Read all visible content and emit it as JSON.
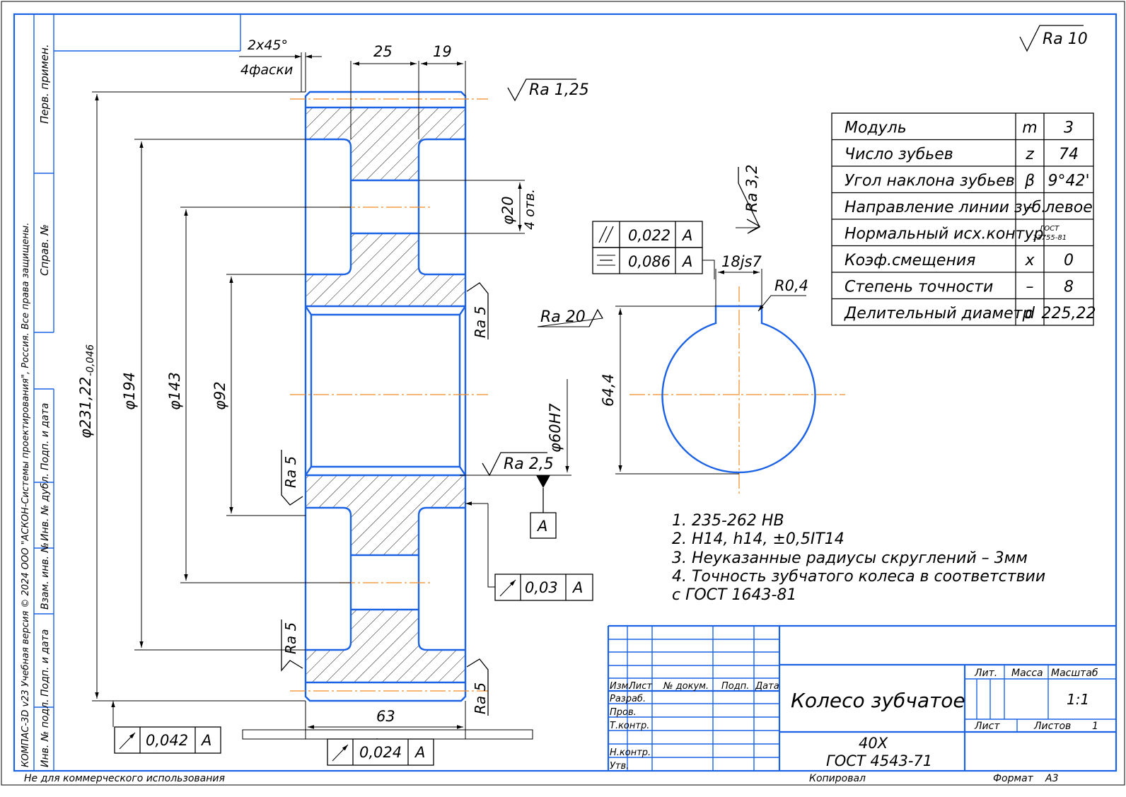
{
  "surface_roughness": {
    "general": "Ra 10",
    "tooth_flank": "Ra 1,25",
    "keyway_side": "Ra 3,2",
    "keyway_bottom": "Ra 20",
    "bore": "Ra 2,5",
    "hub_face": "Ra 5"
  },
  "dimensions": {
    "chamfer": "2x45°",
    "chamfer_note": "4фаски",
    "rim_width": "25",
    "hub_width": "19",
    "holes": "φ20",
    "holes_count": "4 отв.",
    "tip_diameter": "φ231,22",
    "tip_tolerance": "-0,046",
    "d_194": "φ194",
    "d_143": "φ143",
    "d_92": "φ92",
    "bore_d": "φ60H7",
    "total_width": "63",
    "key_width": "18js7",
    "key_radius": "R0,4",
    "key_depth": "64,4"
  },
  "tolerances": {
    "parallelism": {
      "value": "0,022",
      "datum": "A"
    },
    "symmetry": {
      "value": "0,086",
      "datum": "A"
    },
    "runout_side": {
      "value": "0,03",
      "datum": "A"
    },
    "runout_tip": {
      "value": "0,042",
      "datum": "A"
    },
    "runout_face": {
      "value": "0,024",
      "datum": "A"
    },
    "datum_label": "A"
  },
  "gear_params": [
    {
      "name": "Модуль",
      "symbol": "m",
      "value": "3"
    },
    {
      "name": "Число зубьев",
      "symbol": "z",
      "value": "74"
    },
    {
      "name": "Угол наклона зубьев",
      "symbol": "β",
      "value": "9°42'"
    },
    {
      "name": "Направление линии зуб.",
      "symbol": "–",
      "value": "левое"
    },
    {
      "name": "Нормальный исх.контур",
      "symbol": "",
      "value": "ГОСТ 13755-81"
    },
    {
      "name": "Коэф.смещения",
      "symbol": "x",
      "value": "0"
    },
    {
      "name": "Степень точности",
      "symbol": "–",
      "value": "8"
    },
    {
      "name": "Делительный диаметр",
      "symbol": "d",
      "value": "225,22"
    }
  ],
  "notes": [
    "1. 235-262 HB",
    "2. H14, h14, ±0,5IT14",
    "3. Неуказанные радиусы скруглений – 3мм",
    "4. Точность зубчатого колеса в соответствии",
    "с ГОСТ 1643-81"
  ],
  "title_block": {
    "part_name": "Колесо зубчатое",
    "material_1": "40Х",
    "material_2": "ГОСТ 4543-71",
    "col_izm": "Изм.",
    "col_list": "Лист",
    "col_doc": "№ докум.",
    "col_sign": "Подп.",
    "col_date": "Дата",
    "razrab": "Разраб.",
    "prov": "Пров.",
    "tkontr": "Т.контр.",
    "nkontr": "Н.контр.",
    "utv": "Утв.",
    "lit": "Лит.",
    "mass": "Масса",
    "scale_label": "Масштаб",
    "scale": "1:1",
    "sheet": "Лист",
    "sheets": "Листов",
    "sheets_count": "1"
  },
  "side_strip": {
    "perv_primen": "Перв. примен.",
    "sprav_no": "Справ. №",
    "podp_data": "Подп. и дата",
    "inv_dubl": "Инв. № дубл.",
    "vzam_inv": "Взам. инв. №",
    "inv_podl": "Инв. № подл.",
    "copyright": "КОМПАС-3D v23 Учебная версия © 2024 ООО \"АСКОН-Системы проектирования\", Россия. Все права защищены."
  },
  "footer": {
    "noncommercial": "Не для коммерческого использования",
    "copied": "Копировал",
    "format_label": "Формат",
    "format": "А3"
  }
}
